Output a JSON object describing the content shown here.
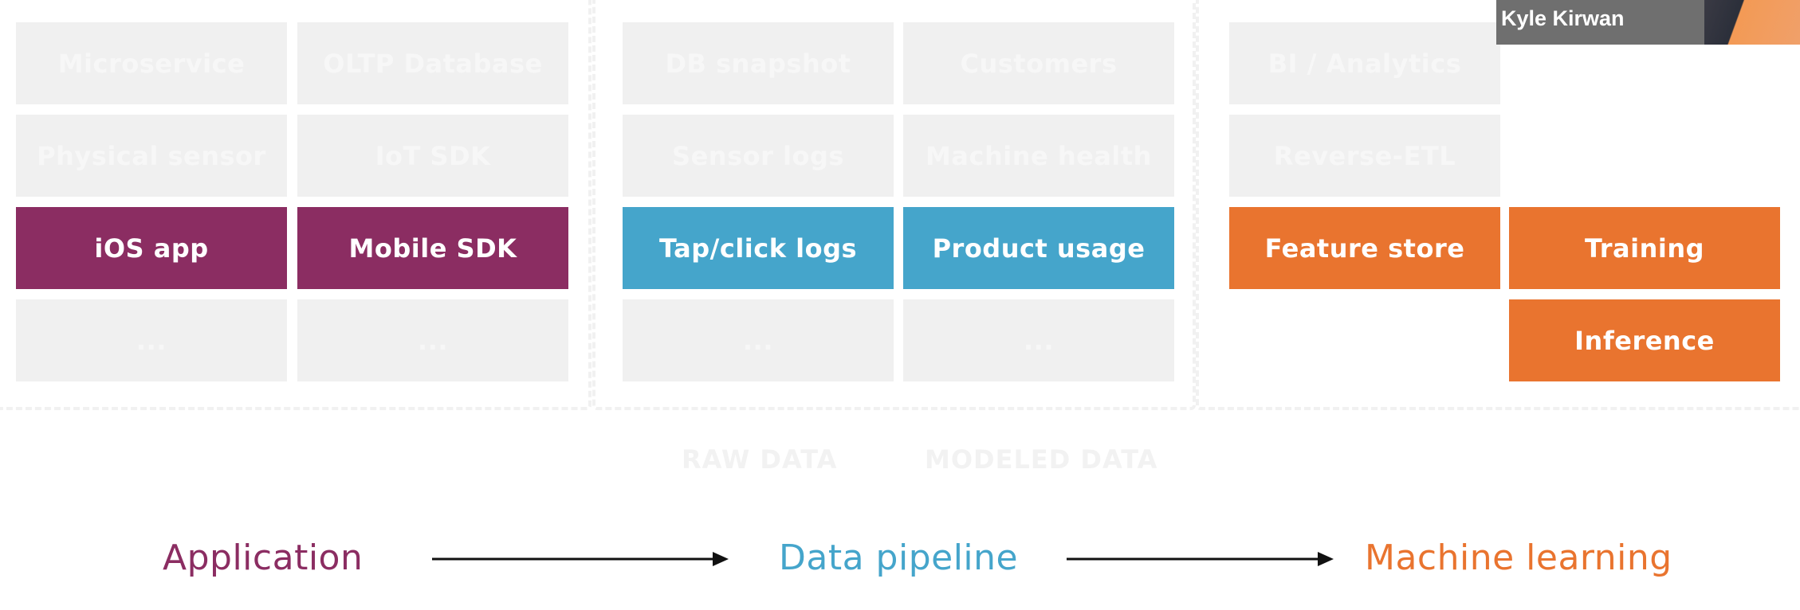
{
  "presenter": {
    "name": "Kyle Kirwan"
  },
  "application": {
    "row1": [
      "Microservice",
      "OLTP Database"
    ],
    "row2": [
      "Physical sensor",
      "IoT SDK"
    ],
    "row3": [
      "iOS app",
      "Mobile SDK"
    ],
    "row4": [
      "...",
      "..."
    ]
  },
  "pipeline": {
    "row1": [
      "DB snapshot",
      "Customers"
    ],
    "row2": [
      "Sensor logs",
      "Machine health"
    ],
    "row3": [
      "Tap/click logs",
      "Product usage"
    ],
    "row4": [
      "...",
      "..."
    ],
    "sublabels": [
      "RAW DATA",
      "MODELED DATA"
    ]
  },
  "ml": {
    "row1": [
      "BI / Analytics"
    ],
    "row2": [
      "Reverse-ETL"
    ],
    "row3": [
      "Feature store",
      "Training"
    ],
    "row4": [
      "Inference"
    ]
  },
  "stages": [
    "Application",
    "Data pipeline",
    "Machine learning"
  ],
  "colors": {
    "application": "#8b2d62",
    "pipeline": "#45a5cb",
    "ml": "#e9742f"
  }
}
